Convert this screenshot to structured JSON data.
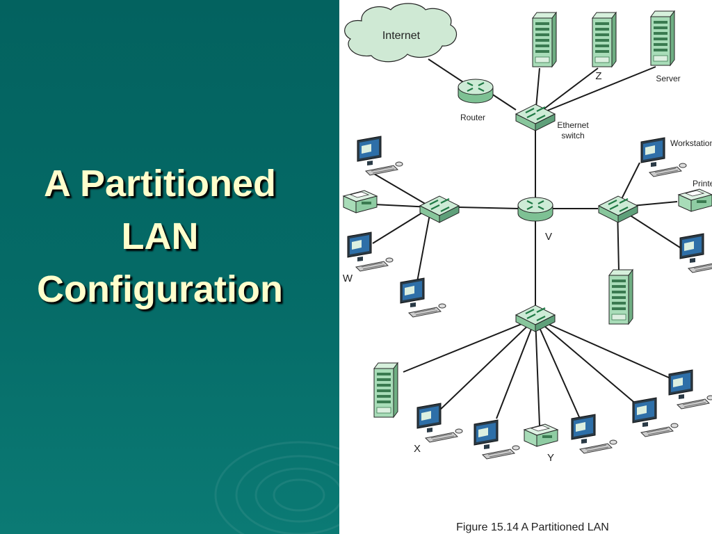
{
  "slide": {
    "title_lines": [
      "A Partitioned",
      "LAN",
      "Configuration"
    ]
  },
  "diagram": {
    "cloud_label": "Internet",
    "router_label": "Router",
    "switch_label_line1": "Ethernet",
    "switch_label_line2": "switch",
    "server_label": "Server",
    "workstation_label": "Workstation",
    "printer_label": "Printer",
    "letters": {
      "z": "Z",
      "v": "V",
      "w": "W",
      "x": "X",
      "y": "Y"
    },
    "caption": "Figure 15.14  A Partitioned LAN"
  },
  "colors": {
    "panel": "#046764",
    "title_text": "#ffffcc",
    "device_green": "#a8dcb8",
    "device_dark": "#3a7a50",
    "screen_blue": "#2e6fa8",
    "cloud_fill": "#cfe9d4"
  }
}
